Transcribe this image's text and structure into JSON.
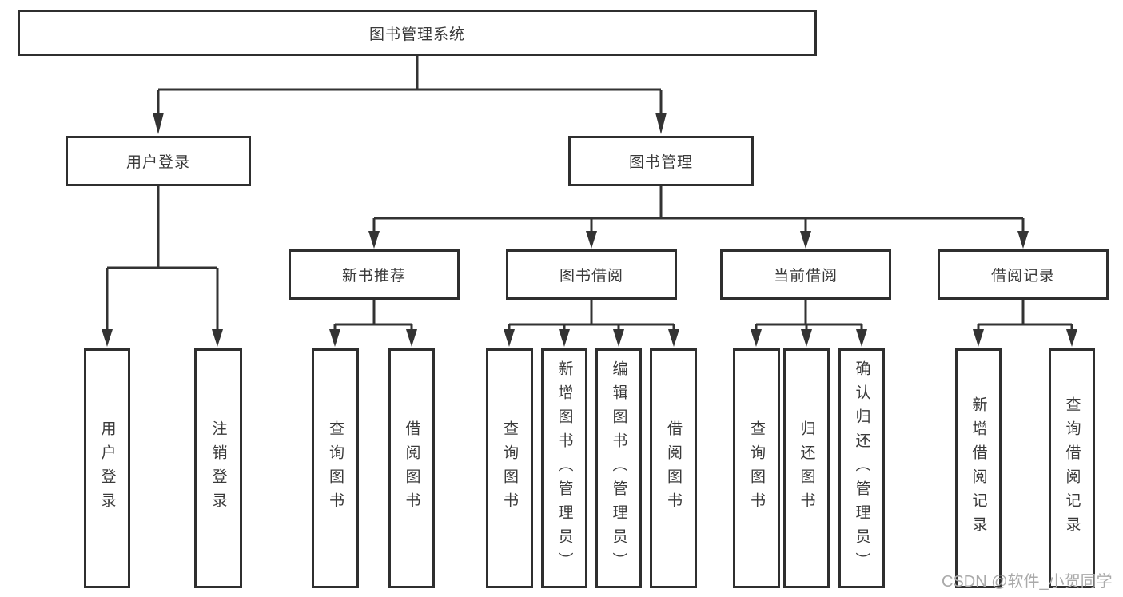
{
  "root": {
    "label": "图书管理系统"
  },
  "login": {
    "label": "用户登录",
    "children": [
      {
        "label": "用户登录"
      },
      {
        "label": "注销登录"
      }
    ]
  },
  "manage": {
    "label": "图书管理"
  },
  "recommend": {
    "label": "新书推荐",
    "children": [
      {
        "label": "查询图书"
      },
      {
        "label": "借阅图书"
      }
    ]
  },
  "borrow": {
    "label": "图书借阅",
    "children": [
      {
        "label": "查询图书"
      },
      {
        "label": "新增图书（管理员）"
      },
      {
        "label": "编辑图书（管理员）"
      },
      {
        "label": "借阅图书"
      }
    ]
  },
  "current": {
    "label": "当前借阅",
    "children": [
      {
        "label": "查询图书"
      },
      {
        "label": "归还图书"
      },
      {
        "label": "确认归还（管理员）"
      }
    ]
  },
  "records": {
    "label": "借阅记录",
    "children": [
      {
        "label": "新增借阅记录"
      },
      {
        "label": "查询借阅记录"
      }
    ]
  },
  "watermark": {
    "text": "CSDN @软件_小贺同学"
  },
  "colors": {
    "line": "#333333",
    "box_border": "#2f2f2f",
    "text": "#3a3a3a",
    "watermark": "#aaaaaa",
    "background": "#ffffff"
  }
}
